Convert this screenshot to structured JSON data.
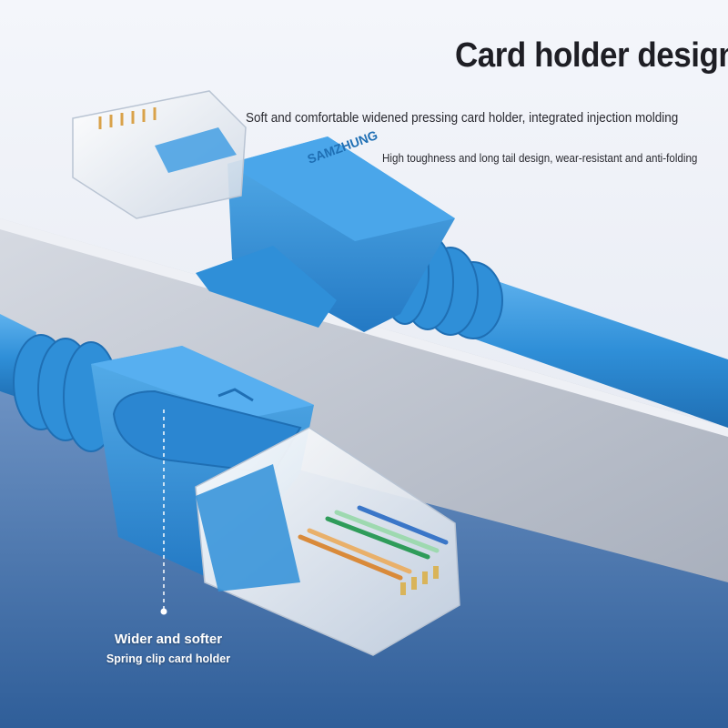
{
  "heading": {
    "title": "Card holder design",
    "line1": "Soft and comfortable widened pressing card holder, integrated injection molding",
    "line2": "High toughness and long tail design, wear-resistant and anti-folding"
  },
  "callout": {
    "title": "Wider and softer",
    "detail": "Spring clip card holder"
  },
  "brand_text": "SAMZHUNG",
  "colors": {
    "cable_blue": "#2f8fd8",
    "boot_blue": "#3a9ae2",
    "dark_blue": "#1f6fb4",
    "surface_gray": "#c7ccd6",
    "floor_blue": "#4a78b0"
  }
}
